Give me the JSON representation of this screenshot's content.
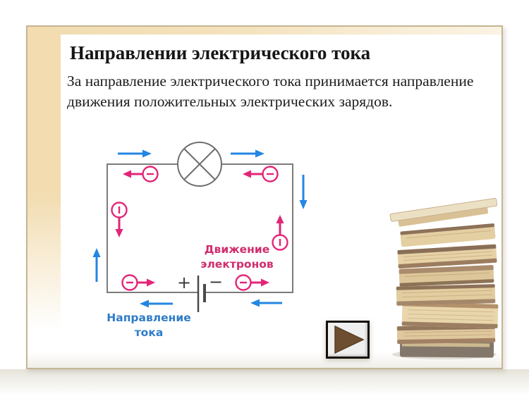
{
  "slide": {
    "title": "Направлении электрического тока",
    "body": {
      "line1": "За направление электрического тока принимается направление",
      "line2": "движения положительных электрических зарядов."
    }
  },
  "diagram": {
    "electron_label": {
      "line1": "Движение",
      "line2": "электронов"
    },
    "current_label": {
      "line1": "Направление",
      "line2": "тока"
    },
    "battery": {
      "plus": "+",
      "minus": "−"
    }
  },
  "icons": {
    "lamp": "lamp-cross-circle",
    "electron": "minus-in-circle",
    "current_arrow": "blue-direction-arrow",
    "nav_forward": "play-triangle-right"
  },
  "colors": {
    "frame_border": "#c4b692",
    "band_beige": "#f2dcb0",
    "current_blue": "#2386e2",
    "electron_pink": "#e22577",
    "electron_label_pink": "#d02d6e",
    "current_label_blue": "#2e7cc8",
    "wire_gray": "#7b7b7b",
    "button_face": "#cf9960",
    "button_triangle": "#6e4e31"
  }
}
